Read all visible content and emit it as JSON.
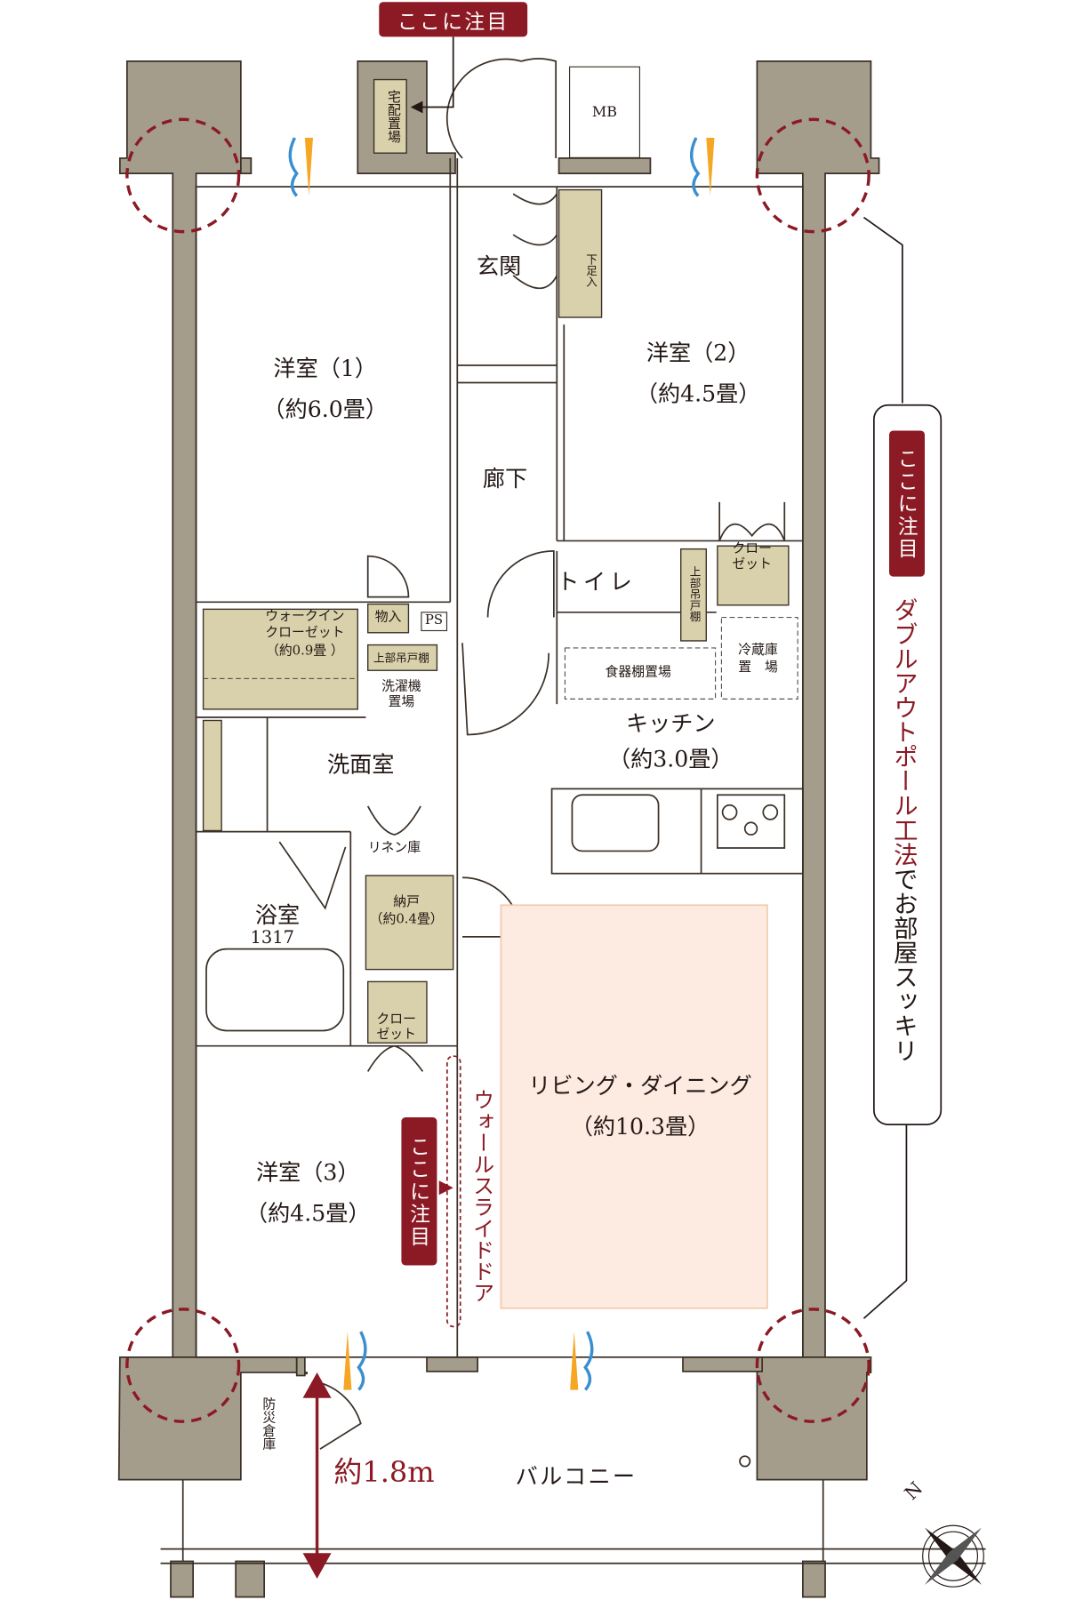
{
  "colors": {
    "accent": "#8b1a24",
    "wall": "#a59d8c",
    "storage": "#d9d1ab",
    "living_highlight": "#fdebe2",
    "living_border": "#f3c9a9"
  },
  "callouts": {
    "top": "ここに注目",
    "right": "ここに注目",
    "door": "ここに注目"
  },
  "rooms": {
    "delivery_box": "宅配置場",
    "mb": "MB",
    "entrance": "玄関",
    "shoe_storage": "下足入",
    "western1": {
      "name": "洋室（1）",
      "size": "（約6.0畳）"
    },
    "western2": {
      "name": "洋室（2）",
      "size": "（約4.5畳）"
    },
    "hallway": "廊下",
    "toilet": "トイレ",
    "toilet_cabinet": "上部吊戸棚",
    "closet_toilet": [
      "クロー",
      "ゼット"
    ],
    "wic": [
      "ウォークイン",
      "クローゼット",
      "（約0.9畳 ）"
    ],
    "storage": "物入",
    "ps": "PS",
    "upper_cabinet": "上部吊戸棚",
    "washer": [
      "洗濯機",
      "置場"
    ],
    "cupboard": "食器棚置場",
    "fridge": [
      "冷蔵庫",
      "置　場"
    ],
    "kitchen": {
      "name": "キッチン",
      "size": "（約3.0畳）"
    },
    "washroom": "洗面室",
    "linen": "リネン庫",
    "bath": {
      "name": "浴室",
      "size": "1317"
    },
    "closet_storeroom": [
      "納戸",
      "（約0.4畳）"
    ],
    "closet3": [
      "クロー",
      "ゼット"
    ],
    "living": {
      "name": "リビング・ダイニング",
      "size": "（約10.3畳）"
    },
    "western3": {
      "name": "洋室（3）",
      "size": "（約4.5畳）"
    },
    "disaster_storage": "防災倉庫",
    "balcony": "バルコニー"
  },
  "annotations": {
    "wall_slide_door": "ウォールスライドドア",
    "outpole_red": "ダブルアウトポール工法",
    "outpole_black": "でお部屋スッキリ",
    "balcony_depth": "約1.8m",
    "compass": "N"
  }
}
